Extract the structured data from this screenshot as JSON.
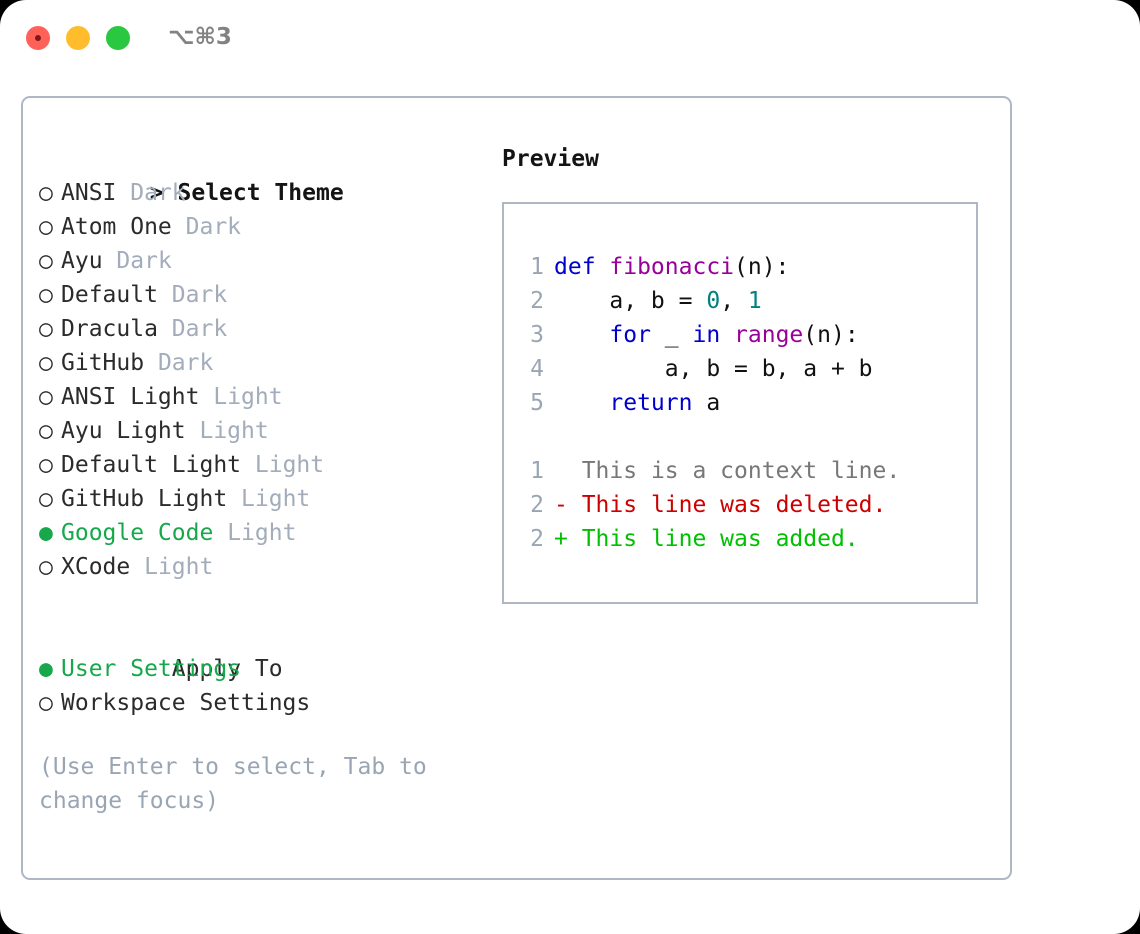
{
  "window": {
    "shortcut": "⌥⌘3",
    "traffic_lights": [
      "close",
      "minimize",
      "zoom"
    ],
    "colors": {
      "close": "#ff6159",
      "minimize": "#ffbd2e",
      "zoom": "#2ac841",
      "accent_green": "#16a84b",
      "muted": "#a2acba",
      "border": "#aeb7c4",
      "hint": "#9aa5b4"
    }
  },
  "theme_picker": {
    "caret": ">",
    "heading": "Select Theme",
    "radio_off": "○",
    "radio_on": "●",
    "items": [
      {
        "name": "ANSI",
        "variant": "Dark",
        "selected": false
      },
      {
        "name": "Atom One",
        "variant": "Dark",
        "selected": false
      },
      {
        "name": "Ayu",
        "variant": "Dark",
        "selected": false
      },
      {
        "name": "Default",
        "variant": "Dark",
        "selected": false
      },
      {
        "name": "Dracula",
        "variant": "Dark",
        "selected": false
      },
      {
        "name": "GitHub",
        "variant": "Dark",
        "selected": false
      },
      {
        "name": "ANSI Light",
        "variant": "Light",
        "selected": false
      },
      {
        "name": "Ayu Light",
        "variant": "Light",
        "selected": false
      },
      {
        "name": "Default Light",
        "variant": "Light",
        "selected": false
      },
      {
        "name": "GitHub Light",
        "variant": "Light",
        "selected": false
      },
      {
        "name": "Google Code",
        "variant": "Light",
        "selected": true
      },
      {
        "name": "XCode",
        "variant": "Light",
        "selected": false
      }
    ]
  },
  "apply_to": {
    "label": "Apply To",
    "items": [
      {
        "name": "User Settings",
        "selected": true
      },
      {
        "name": "Workspace Settings",
        "selected": false
      }
    ]
  },
  "hint": "(Use Enter to select, Tab to change focus)",
  "preview": {
    "title": "Preview",
    "code_lines": [
      {
        "no": "1",
        "tokens": [
          {
            "t": "def ",
            "c": "kw"
          },
          {
            "t": "fibonacci",
            "c": "fn"
          },
          {
            "t": "(n):",
            "c": "plain"
          }
        ]
      },
      {
        "no": "2",
        "tokens": [
          {
            "t": "    a, b = ",
            "c": "plain"
          },
          {
            "t": "0",
            "c": "num"
          },
          {
            "t": ", ",
            "c": "plain"
          },
          {
            "t": "1",
            "c": "num"
          }
        ]
      },
      {
        "no": "3",
        "tokens": [
          {
            "t": "    ",
            "c": "plain"
          },
          {
            "t": "for",
            "c": "kw"
          },
          {
            "t": " _ ",
            "c": "plain"
          },
          {
            "t": "in",
            "c": "kw"
          },
          {
            "t": " ",
            "c": "plain"
          },
          {
            "t": "range",
            "c": "fn"
          },
          {
            "t": "(n):",
            "c": "plain"
          }
        ]
      },
      {
        "no": "4",
        "tokens": [
          {
            "t": "        a, b = b, a + b",
            "c": "plain"
          }
        ]
      },
      {
        "no": "5",
        "tokens": [
          {
            "t": "    ",
            "c": "plain"
          },
          {
            "t": "return",
            "c": "kw"
          },
          {
            "t": " a",
            "c": "plain"
          }
        ]
      }
    ],
    "diff_lines": [
      {
        "no": "1",
        "marker": " ",
        "text": " This is a context line.",
        "kind": "diff-ctx"
      },
      {
        "no": "2",
        "marker": "-",
        "text": " This line was deleted.",
        "kind": "diff-del"
      },
      {
        "no": "2",
        "marker": "+",
        "text": " This line was added.",
        "kind": "diff-add"
      }
    ]
  }
}
